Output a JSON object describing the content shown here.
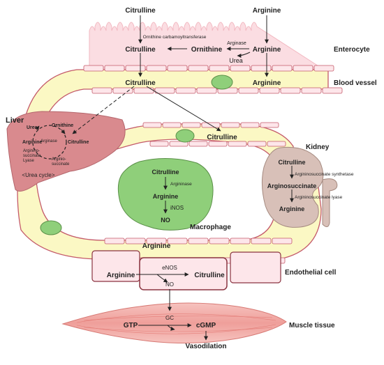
{
  "enterocyte": {
    "label": "Enterocyte",
    "citrulline_top": "Citrulline",
    "arginine_top": "Arginine",
    "enzyme_oct": "Ornithine carbamoyltransferase",
    "citrulline": "Citrulline",
    "ornithine": "Ornithine",
    "arginase": "Arginase",
    "arginine": "Arginine",
    "urea": "Urea"
  },
  "blood_vessel": {
    "label": "Blood vessel",
    "citrulline": "Citrulline",
    "arginine": "Arginine",
    "citrulline_mid": "Citrulline",
    "arginine_bottom": "Arginine"
  },
  "liver": {
    "label": "Liver",
    "urea": "Urea",
    "ornithine": "Ornithine",
    "arginase": "Arginase",
    "arginine": "Arginine",
    "citrulline": "Citrulline",
    "lyase_line1": "Arginino-",
    "lyase_line2": "succinate",
    "lyase_line3": "Lyase",
    "as_line1": "Arginio-",
    "as_line2": "succinate",
    "cycle": "<Urea cycle>"
  },
  "kidney": {
    "label": "Kidney",
    "citrulline": "Citrulline",
    "enzyme_synthetase": "Argininosuccinate synthetase",
    "argininosuccinate": "Arginosuccinate",
    "enzyme_lyase": "Argininosuccinate lyase",
    "arginine": "Arginine"
  },
  "macrophage": {
    "label": "Macrophage",
    "citrulline": "Citrulline",
    "arginase": "Argininase",
    "arginine": "Arginine",
    "inos": "iNOS",
    "no": "NO"
  },
  "endothelial": {
    "label": "Endothelial cell",
    "arginine": "Arginine",
    "enos": "eNOS",
    "citrulline": "Citrulline",
    "no": "NO"
  },
  "muscle": {
    "label": "Muscle tissue",
    "gc": "GC",
    "gtp": "GTP",
    "cgmp": "cGMP",
    "vasodilation": "Vasodilation"
  },
  "colors": {
    "vessel_fill": "#fbf8c4",
    "cell_fill": "#fde6ea",
    "cell_stroke": "#c45a6a",
    "liver": "#d98a8e",
    "kidney": "#d8c0b8",
    "macrophage": "#8fcf7a",
    "muscle": "#ef9f9a"
  }
}
